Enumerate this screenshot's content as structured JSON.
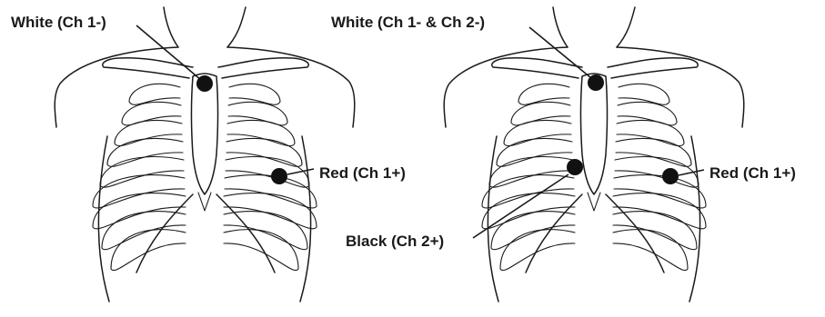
{
  "figures": [
    {
      "id": "left",
      "labels": {
        "white": "White (Ch 1-)",
        "red": "Red (Ch 1+)"
      },
      "electrodes": [
        "white",
        "red"
      ]
    },
    {
      "id": "right",
      "labels": {
        "white": "White (Ch 1- & Ch 2-)",
        "red": "Red (Ch 1+)",
        "black": "Black (Ch 2+)"
      },
      "electrodes": [
        "white",
        "black",
        "red"
      ]
    }
  ],
  "colors": {
    "ink": "#1a1a1a",
    "electrode": "#111111",
    "background": "#ffffff"
  }
}
